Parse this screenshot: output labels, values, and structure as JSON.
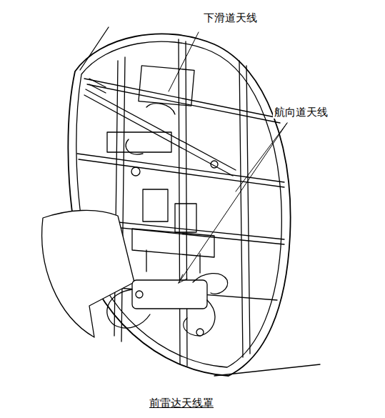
{
  "diagram": {
    "caption": "前雷达天线罩",
    "labels": [
      "下滑道天线",
      "航向道天线"
    ]
  }
}
